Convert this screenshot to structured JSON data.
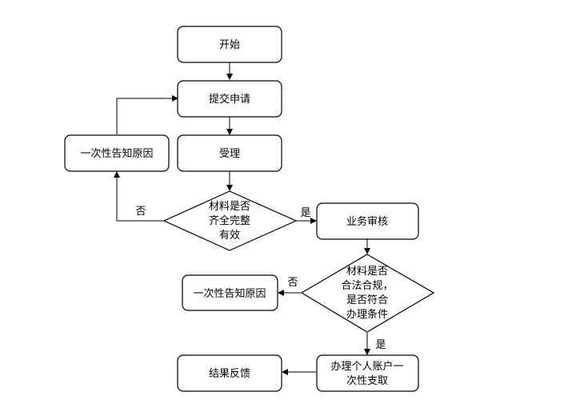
{
  "nodes": {
    "start": "开始",
    "submit": "提交申请",
    "accept": "受理",
    "notify1": "一次性告知原因",
    "check1": [
      "材料是否",
      "齐全完整",
      "有效"
    ],
    "review": "业务审核",
    "check2": [
      "材料是否",
      "合法合规，",
      "是否符合",
      "办理条件"
    ],
    "notify2": "一次性告知原因",
    "handle": [
      "办理个人账户一",
      "次性支取"
    ],
    "result": "结果反馈"
  },
  "edges": {
    "check1_no": "否",
    "check1_yes": "是",
    "check2_no": "否",
    "check2_yes": "是"
  }
}
